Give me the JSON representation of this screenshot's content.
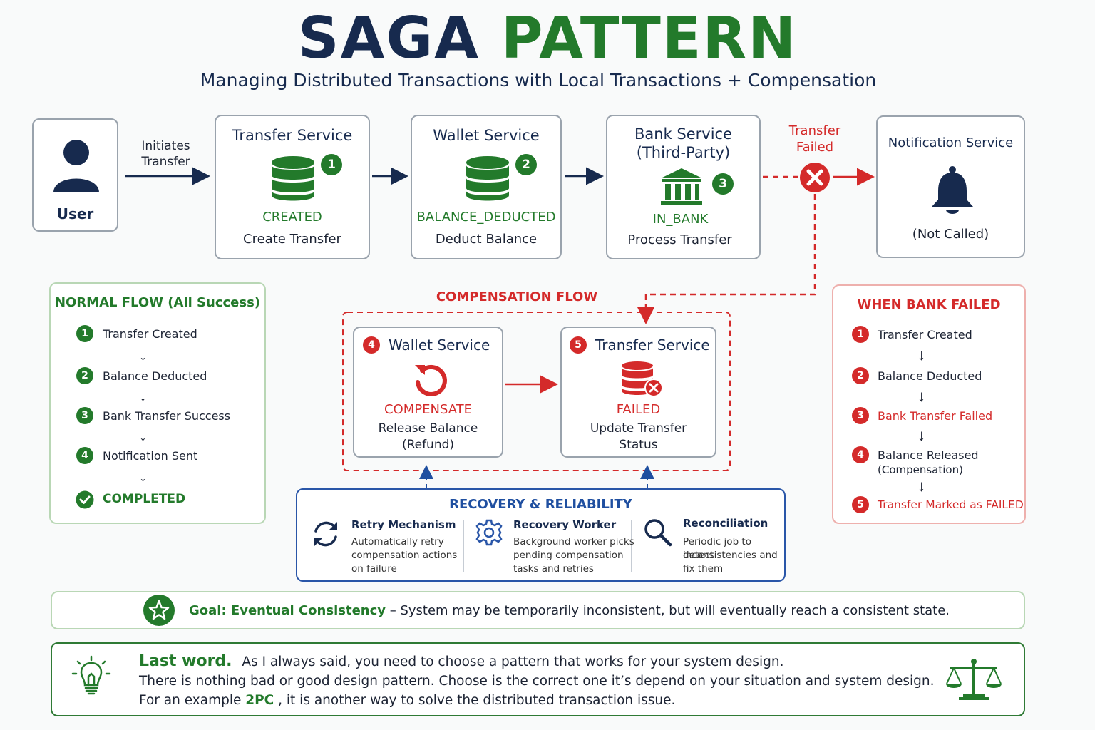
{
  "title": {
    "part1": "SAGA",
    "part2": "PATTERN"
  },
  "subtitle": "Managing Distributed Transactions with Local Transactions +  Compensation",
  "user": {
    "label": "User",
    "icon": "user-icon"
  },
  "initiates_label": [
    "Initiates",
    "Transfer"
  ],
  "services": [
    {
      "title": [
        "Transfer Service"
      ],
      "step": "1",
      "state": "CREATED",
      "action": "Create Transfer",
      "icon": "database-icon"
    },
    {
      "title": [
        "Wallet Service"
      ],
      "step": "2",
      "state": "BALANCE_DEDUCTED",
      "action": "Deduct Balance",
      "icon": "database-icon"
    },
    {
      "title": [
        "Bank Service",
        "(Third-Party)"
      ],
      "step": "3",
      "state": "IN_BANK",
      "action": "Process Transfer",
      "icon": "bank-icon"
    }
  ],
  "transfer_failed": [
    "Transfer",
    "Failed"
  ],
  "notification": {
    "title": "Notification Service",
    "status": "(Not Called)",
    "icon": "bell-icon"
  },
  "normal_flow": {
    "title": "NORMAL FLOW (All Success)",
    "steps": [
      {
        "n": "1",
        "text": "Transfer Created"
      },
      {
        "n": "2",
        "text": "Balance Deducted"
      },
      {
        "n": "3",
        "text": "Bank Transfer Success"
      },
      {
        "n": "4",
        "text": "Notification Sent"
      }
    ],
    "final": "COMPLETED"
  },
  "compensation_flow": {
    "title": "COMPENSATION FLOW",
    "wallet": {
      "step": "4",
      "title": "Wallet Service",
      "state": "COMPENSATE",
      "action": [
        "Release Balance",
        "(Refund)"
      ]
    },
    "transfer": {
      "step": "5",
      "title": "Transfer Service",
      "state": "FAILED",
      "action": [
        "Update Transfer",
        "Status"
      ]
    }
  },
  "bank_failed": {
    "title": "WHEN BANK FAILED",
    "steps": [
      {
        "n": "1",
        "text": [
          "Transfer Created"
        ],
        "red": false
      },
      {
        "n": "2",
        "text": [
          "Balance Deducted"
        ],
        "red": false
      },
      {
        "n": "3",
        "text": [
          "Bank Transfer Failed"
        ],
        "red": true
      },
      {
        "n": "4",
        "text": [
          "Balance Released",
          "(Compensation)"
        ],
        "red": false
      },
      {
        "n": "5",
        "text": [
          "Transfer Marked as FAILED"
        ],
        "red": true
      }
    ]
  },
  "recovery": {
    "title": "RECOVERY & RELIABILITY",
    "items": [
      {
        "title": "Retry Mechanism",
        "desc": [
          "Automatically retry",
          "compensation actions",
          "on failure"
        ],
        "icon": "retry-icon"
      },
      {
        "title": "Recovery Worker",
        "desc": [
          "Background worker picks",
          "pending compensation",
          "tasks and retries"
        ],
        "icon": "gear-icon"
      },
      {
        "title": "Reconciliation",
        "desc": [
          "Periodic job to detect",
          "inconsistencies and",
          "fix them"
        ],
        "icon": "search-icon"
      }
    ]
  },
  "goal": {
    "label": "Goal: Eventual Consistency",
    "text": " –  System may be temporarily inconsistent, but will eventually reach a consistent state."
  },
  "last_word": {
    "heading": "Last word.",
    "line1": "As I always said, you need to choose a pattern that works for your system design.",
    "line2": "There is nothing bad or good design pattern. Choose is the correct one it’s depend on your situation and system design.",
    "line3_pre": "For an example ",
    "line3_em": "2PC",
    "line3_post": " ,  it  is another way to solve the distributed transaction issue."
  },
  "colors": {
    "navy": "#172a4e",
    "green": "#237a2b",
    "red": "#d42a2a",
    "blue": "#1f4fa0"
  }
}
